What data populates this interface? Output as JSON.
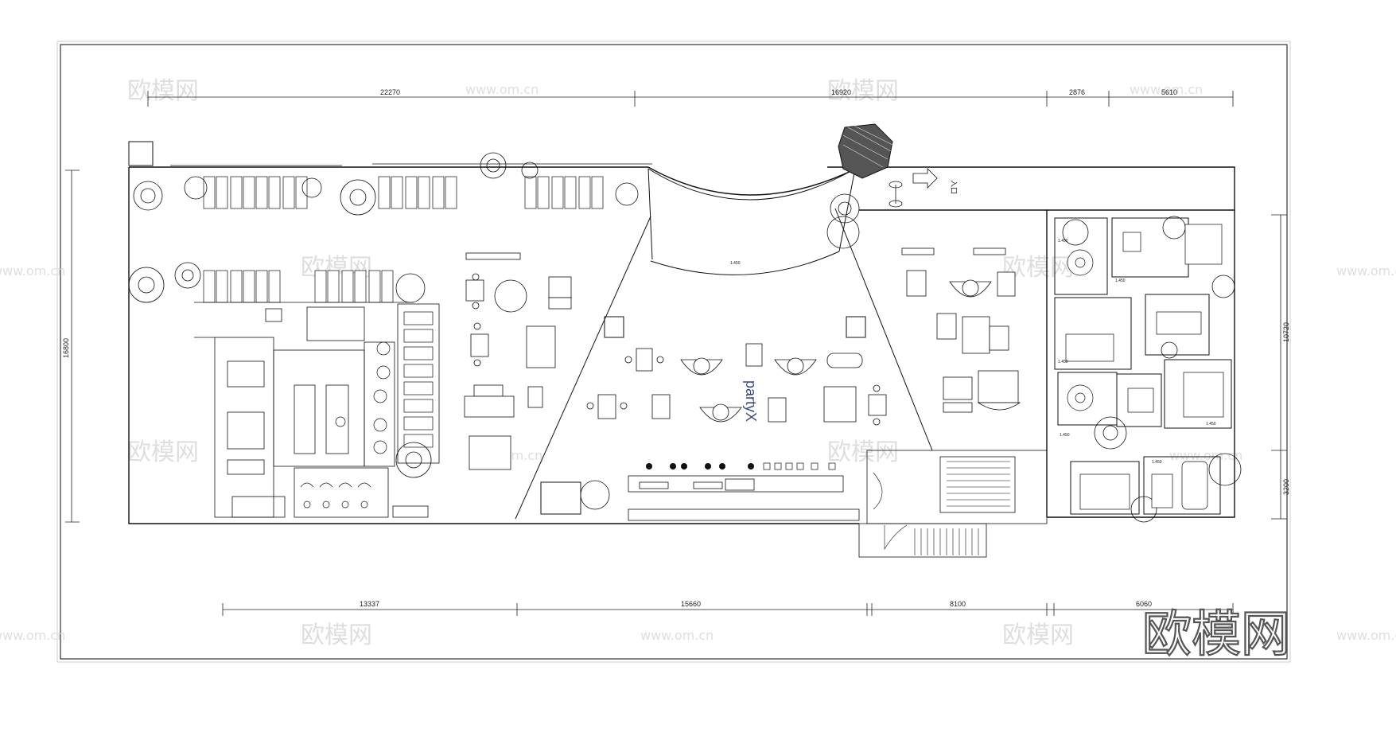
{
  "plan": {
    "dimensions_top": [
      "22270",
      "16920",
      "2876",
      "5610"
    ],
    "dimensions_bottom": [
      "13337",
      "15660",
      "8100",
      "6060"
    ],
    "dimensions_left": [
      "16800"
    ],
    "dimensions_right": [
      "10720",
      "3200"
    ],
    "center_label": "partyX",
    "entrance_label": "入口",
    "level_marks": [
      "1.450",
      "1.450",
      "1.450",
      "1.450",
      "1.450",
      "1.450",
      "1.450"
    ]
  },
  "watermark": {
    "brand": "欧模网",
    "url": "www.om.cn"
  }
}
